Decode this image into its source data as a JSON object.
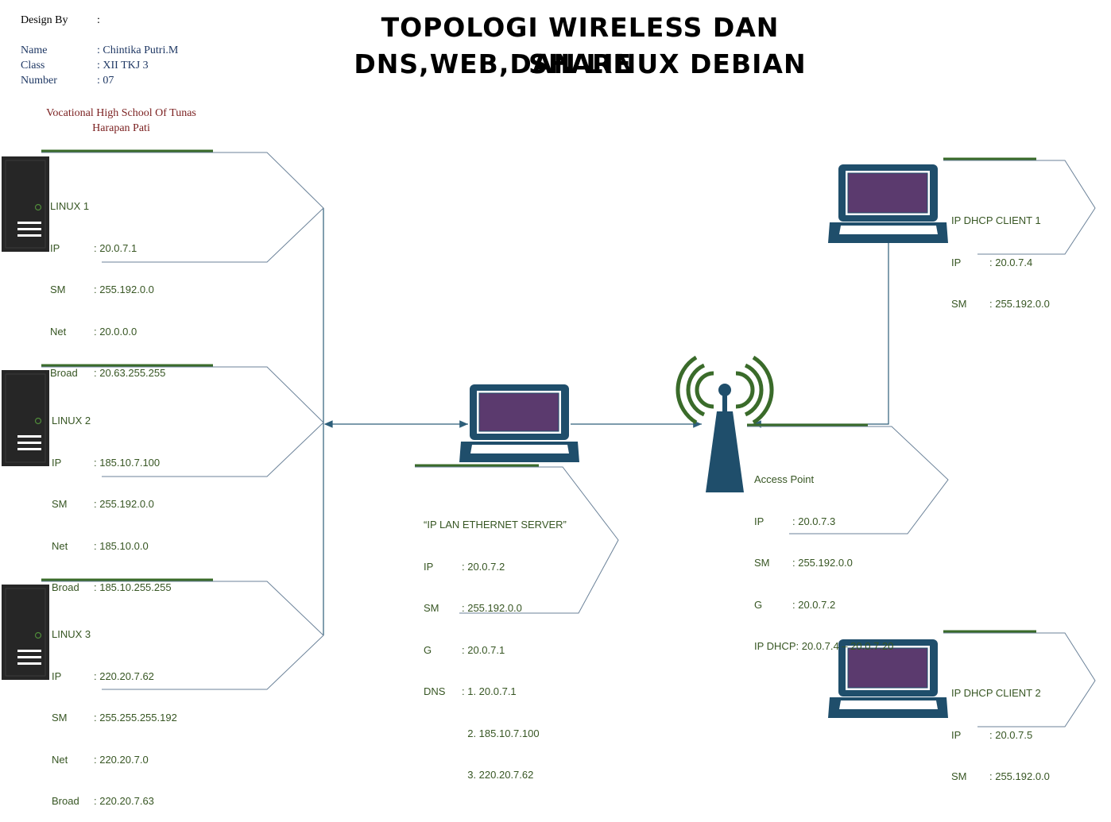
{
  "title": {
    "line1": "TOPOLOGI WIRELESS DAN SHARE",
    "line2": "DNS,WEB,DAN LINUX DEBIAN"
  },
  "designer": {
    "design_by_label": "Design By",
    "design_by_sep": ":",
    "name_label": "Name",
    "name_value": ": Chintika Putri.M",
    "class_label": "Class",
    "class_value": ": XII TKJ 3",
    "number_label": "Number",
    "number_value": ": 07",
    "school_line1": "Vocational High School Of Tunas",
    "school_line2": "Harapan Pati"
  },
  "linux1": {
    "name": "LINUX 1",
    "rows": [
      {
        "k": "IP",
        "v": ": 20.0.7.1"
      },
      {
        "k": "SM",
        "v": ": 255.192.0.0"
      },
      {
        "k": "Net",
        "v": ": 20.0.0.0"
      },
      {
        "k": "Broad",
        "v": ": 20.63.255.255"
      }
    ]
  },
  "linux2": {
    "name": "LINUX 2",
    "rows": [
      {
        "k": "IP",
        "v": ": 185.10.7.100"
      },
      {
        "k": "SM",
        "v": ": 255.192.0.0"
      },
      {
        "k": "Net",
        "v": ": 185.10.0.0"
      },
      {
        "k": "Broad",
        "v": ": 185.10.255.255"
      }
    ]
  },
  "linux3": {
    "name": "LINUX 3",
    "rows": [
      {
        "k": "IP",
        "v": ": 220.20.7.62"
      },
      {
        "k": "SM",
        "v": ": 255.255.255.192"
      },
      {
        "k": "Net",
        "v": ": 220.20.7.0"
      },
      {
        "k": "Broad",
        "v": ": 220.20.7.63"
      }
    ]
  },
  "server": {
    "name": "“IP LAN ETHERNET SERVER”",
    "rows": [
      {
        "k": "IP",
        "v": ": 20.0.7.2"
      },
      {
        "k": "SM",
        "v": ": 255.192.0.0"
      },
      {
        "k": "G",
        "v": ": 20.0.7.1"
      },
      {
        "k": "DNS",
        "v": ": 1. 20.0.7.1"
      },
      {
        "k": "",
        "v": "  2. 185.10.7.100"
      },
      {
        "k": "",
        "v": "  3. 220.20.7.62"
      }
    ]
  },
  "access_point": {
    "name": "Access Point",
    "rows": [
      {
        "k": "IP",
        "v": ": 20.0.7.3"
      },
      {
        "k": "SM",
        "v": ": 255.192.0.0"
      },
      {
        "k": "G",
        "v": ": 20.0.7.2"
      },
      {
        "k": "IP DHCP",
        "v": ": 20.0.7.4 – 20.0.7.20"
      }
    ]
  },
  "client1": {
    "name": "IP DHCP CLIENT 1",
    "rows": [
      {
        "k": "IP",
        "v": ": 20.0.7.4"
      },
      {
        "k": "SM",
        "v": ": 255.192.0.0"
      }
    ]
  },
  "client2": {
    "name": "IP DHCP CLIENT 2",
    "rows": [
      {
        "k": "IP",
        "v": ": 20.0.7.5"
      },
      {
        "k": "SM",
        "v": ": 255.192.0.0"
      }
    ]
  },
  "colors": {
    "device_dark": "#1f4e6b",
    "device_screen": "#5b3a6e",
    "server_body": "#262626",
    "accent_green": "#3a6b2a",
    "line_blue": "#2e5f7a",
    "callout_line": "#6b8299",
    "text_green": "#375623"
  }
}
